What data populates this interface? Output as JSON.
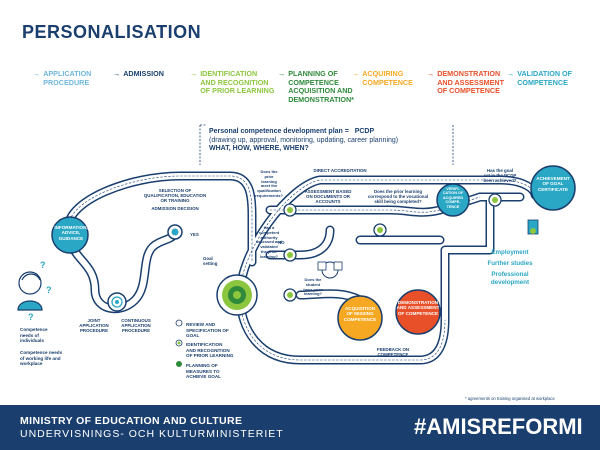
{
  "title": "PERSONALISATION",
  "process_steps": [
    {
      "label": "APPLICATION\nPROCEDURE",
      "color": "#6fb6dc"
    },
    {
      "label": "ADMISSION",
      "color": "#1a3f6e"
    },
    {
      "label": "IDENTIFICATION\nAND RECOGNITION\nOF PRIOR LEARNING",
      "color": "#8cc63f"
    },
    {
      "label": "PLANNING OF\nCOMPETENCE\nACQUISITION AND\nDEMONSTRATION*",
      "color": "#2f8a3a"
    },
    {
      "label": "ACQUIRING\nCOMPETENCE",
      "color": "#f7a823"
    },
    {
      "label": "DEMONSTRATION\nAND ASSESSMENT\nOF COMPETENCE",
      "color": "#e8502a"
    },
    {
      "label": "VALIDATION OF\nCOMPETENCE",
      "color": "#2aa7c4"
    }
  ],
  "pcdp": {
    "line1": "Personal competence development plan =",
    "abbr": "PCDP",
    "line2": "(drawing up, approval, monitoring, updating, career planning)",
    "line3": "WHAT, HOW, WHERE, WHEN?"
  },
  "nodes": {
    "information": "INFORMATION,\nADVICE,\nGUIDANCE",
    "selection": "SELECTION OF\nQUALIFICATION, EDUCATION\nOR TRAINING",
    "admission_decision": "ADMISSION DECISION",
    "goal_setting": "Goal\nsetting",
    "joint_application": "JOINT\nAPPLICATION\nPROCEDURE",
    "continuous_application": "CONTINUOUS\nAPPLICATION\nPROCEDURE",
    "does_learning_meet": "Does the\nprior\nlearning\nmeet the\nqualification\nrequirements?",
    "has_competent_authority": "Has a\ncompetent\nauthority\nassessed and\nvalidated\nthe prior\nlearning?",
    "does_student_have": "Does the\nstudent\nhave prior\nlearning?",
    "direct_accreditation": "DIRECT ACCREDITATION",
    "assessment_documents": "ASSESSMENT BASED\nON DOCUMENTS OR\nACCOUNTS",
    "does_correspond": "Does the prior learning\ncorrespond to the vocational\nskill being completed?",
    "verification": "VERIFI-\nCATION OF\nACQUIRED\nCOMPE-\nTENCE",
    "has_goal": "Has the goal\nset in the PCDP\nbeen achieved?",
    "achievement": "ACHIEVEMENT\nOF GOAL\nCERTIFICATE",
    "acquisition": "ACQUISITION\nOF MISSING\nCOMPETENCE",
    "demonstration": "DEMONSTRATION\nAND ASSESSMENT\nOF COMPETENCE",
    "feedback": "FEEDBACK ON\nCOMPETENCE",
    "yes": "YES",
    "no": "NO"
  },
  "outcomes": {
    "employment": "Employment",
    "further": "Further studies",
    "professional": "Professional\ndevelopment"
  },
  "legend": {
    "competence_individuals": "Competence\nneeds of\nindividuals",
    "competence_working": "Competence needs\nof working life and\nworkplace",
    "review": "REVIEW AND\nSPECIFICATION OF\nGOAL",
    "identification": "IDENTIFICATION\nAND RECOGNITION\nOF PRIOR LEARNING",
    "planning": "PLANNING OF\nMEASURES TO\nACHIEVE GOAL"
  },
  "note": "* agreements on training organised at workplace",
  "footer": {
    "ministry_en": "MINISTRY OF EDUCATION AND CULTURE",
    "ministry_sv": "UNDERVISNINGS- OCH KULTURMINISTERIET",
    "hashtag": "#AMISREFORMI"
  },
  "colors": {
    "navy": "#1a3f6e",
    "light_blue": "#6fb6dc",
    "cyan": "#2aa7c4",
    "green": "#8cc63f",
    "dark_green": "#2f8a3a",
    "orange": "#f7a823",
    "red": "#e8502a"
  },
  "icons": [
    "person-icon",
    "puzzle-icon",
    "certificate-icon",
    "arrow-right-icon"
  ]
}
